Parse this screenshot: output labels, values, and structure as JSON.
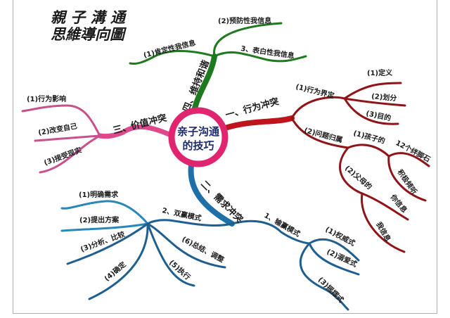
{
  "title": {
    "line1": "親 子 溝 通",
    "line2": "思維導向圖"
  },
  "center": {
    "line1": "亲子沟通",
    "line2": "的技巧"
  },
  "colors": {
    "center": "#e0246e",
    "green": "#1f7a1f",
    "red": "#c0141c",
    "pink": "#e0488c",
    "blue": "#1f6fa8"
  },
  "branches": {
    "behavior": {
      "label": "一、行为冲突",
      "definition": {
        "label": "(1)行为界定",
        "items": [
          "(1)定义",
          "(2)划分",
          "(3)目的"
        ]
      },
      "ownership": {
        "label": "(2)问题归属",
        "child": {
          "label": "(1)孩子的",
          "items": [
            "12个绊脚石",
            "积极倾听"
          ]
        },
        "parent": {
          "label": "(2)父母的",
          "items": [
            "你信息",
            "我信息"
          ]
        }
      }
    },
    "needs": {
      "label": "二、需求冲突",
      "win_lose": {
        "label": "1、输赢模式",
        "items": [
          "(1)权威式",
          "(2)溺爱式",
          "(3)摇摆式"
        ]
      },
      "win_win": {
        "label": "2、双赢模式",
        "items": [
          "(1)明确需求",
          "(2)提出方案",
          "(3)分析、比较",
          "(4)确定",
          "(5)执行",
          "(6)总结、调整"
        ]
      }
    },
    "values": {
      "label": "三、价值冲突",
      "items": [
        "(1)行为影响",
        "(2)改变自己",
        "(3)接受现实"
      ]
    },
    "harmony": {
      "label": "四、维持和谐",
      "items": [
        "(1)肯定性我信息",
        "(2)预防性我信息",
        "3、表白性我信息"
      ]
    }
  }
}
